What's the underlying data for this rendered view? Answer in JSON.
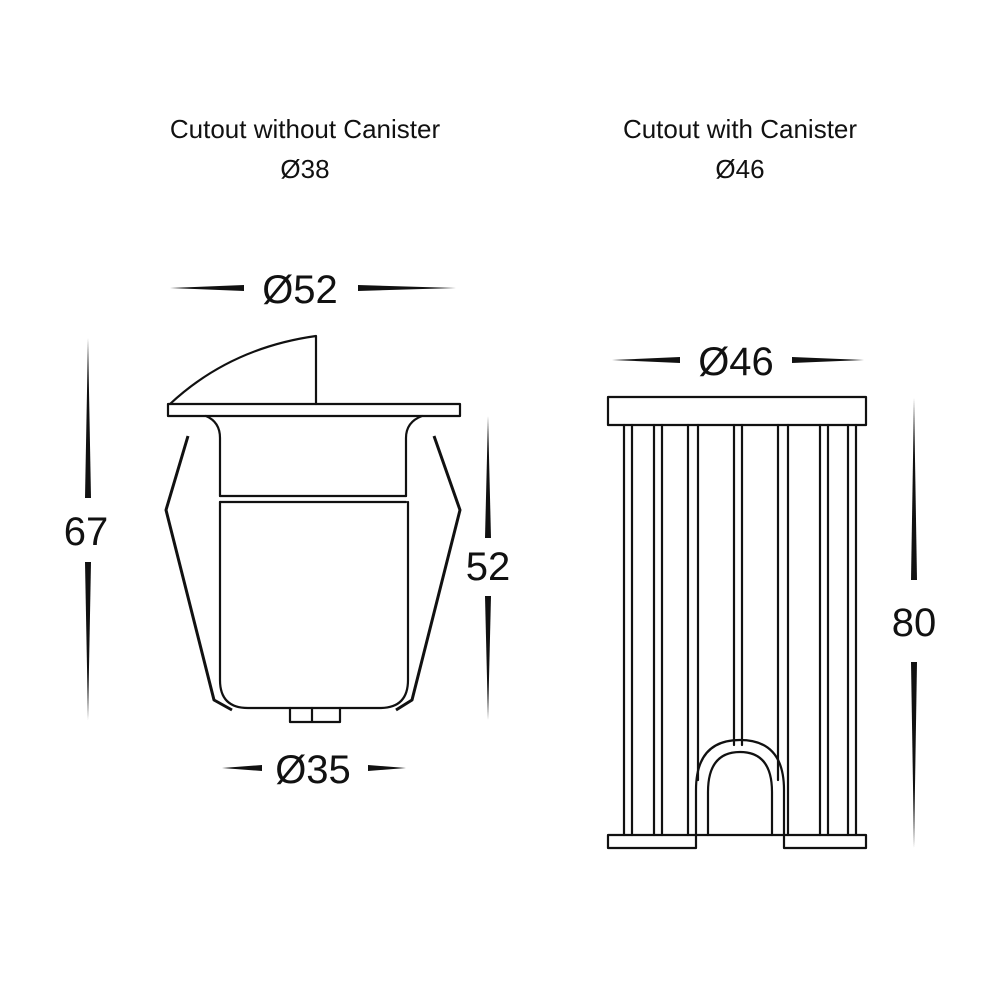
{
  "headers": {
    "without": {
      "title": "Cutout without Canister",
      "value": "Ø38"
    },
    "with": {
      "title": "Cutout with Canister",
      "value": "Ø46"
    }
  },
  "left_view": {
    "top_diameter": "Ø52",
    "bottom_diameter": "Ø35",
    "total_height": "67",
    "body_height": "52"
  },
  "right_view": {
    "diameter": "Ø46",
    "height": "80"
  },
  "colors": {
    "line": "#111111",
    "background": "#ffffff"
  }
}
